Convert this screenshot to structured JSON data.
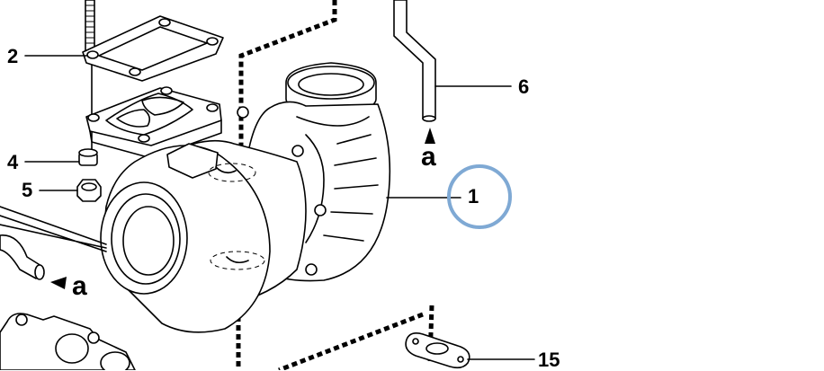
{
  "diagram": {
    "callouts": {
      "c2": "2",
      "c4": "4",
      "c5": "5",
      "c6": "6",
      "c1": "1",
      "c15": "15",
      "arrow_label_right": "a",
      "arrow_label_left": "a"
    },
    "highlight_color": "#7fa9d4",
    "line_color": "#000000"
  }
}
